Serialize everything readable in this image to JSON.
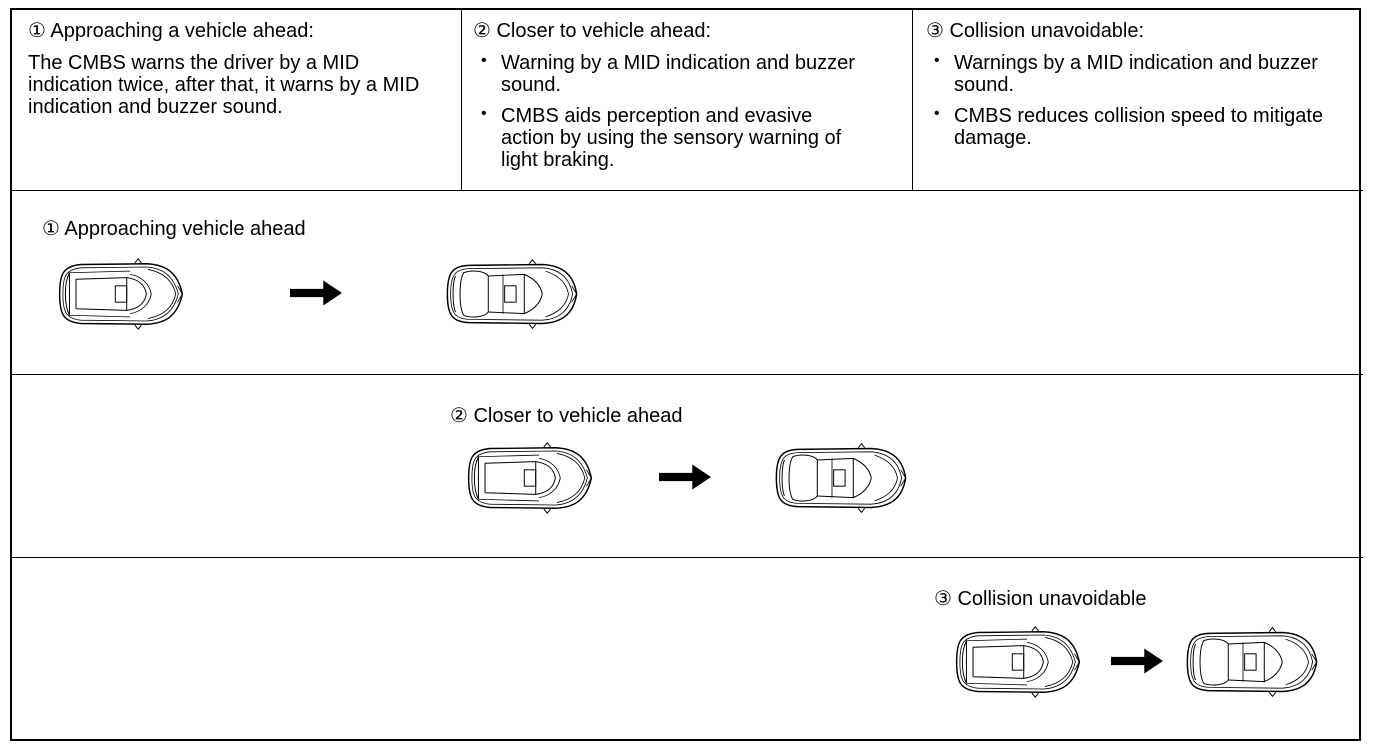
{
  "stages_text": [
    {
      "title": "① Approaching a vehicle ahead:",
      "description": "The CMBS warns the driver by a MID indication twice, after that, it warns by a MID indication and buzzer sound."
    },
    {
      "title": "② Closer to vehicle ahead:",
      "bullets": [
        "Warning by a MID indication and buzzer sound.",
        "CMBS aids perception and evasive action by using the sensory warning of light braking."
      ]
    },
    {
      "title": "③ Collision unavoidable:",
      "bullets": [
        "Warnings by a MID indication and buzzer sound.",
        "CMBS reduces collision speed to mitigate damage."
      ]
    }
  ],
  "scenes": [
    {
      "label": "① Approaching vehicle ahead"
    },
    {
      "label": "② Closer to vehicle ahead"
    },
    {
      "label": "③ Collision unavoidable"
    }
  ],
  "icons": {
    "own_vehicle": "suv-top-view-icon",
    "vehicle_ahead": "sedan-top-view-icon",
    "direction": "right-arrow-icon"
  },
  "colors": {
    "line": "#000000",
    "background": "#ffffff"
  }
}
